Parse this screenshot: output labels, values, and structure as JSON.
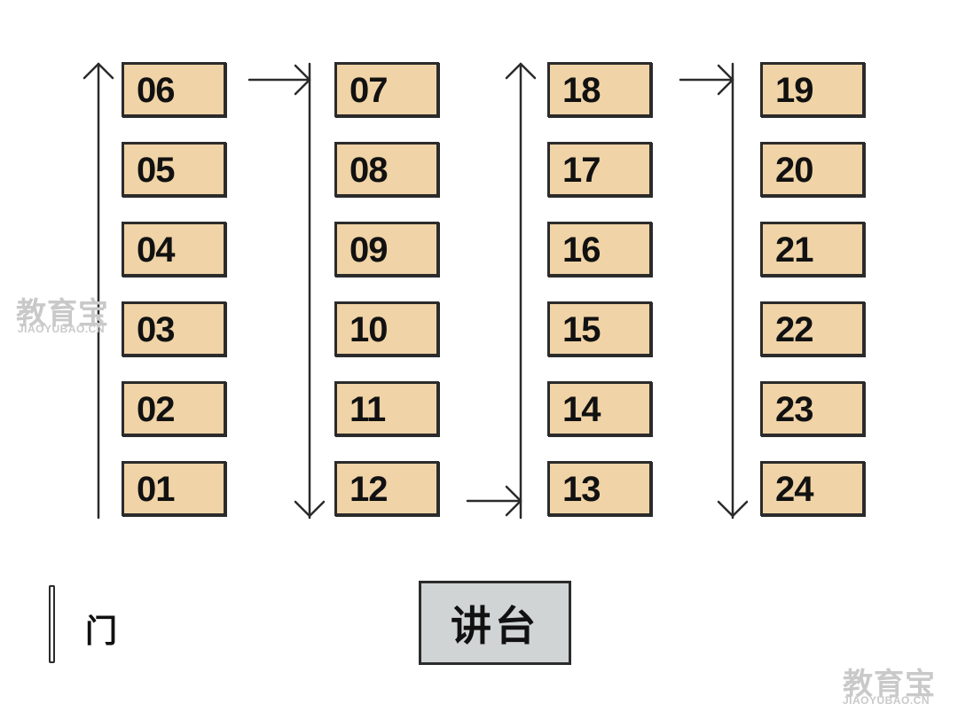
{
  "columns": [
    {
      "seats": [
        "06",
        "05",
        "04",
        "03",
        "02",
        "01"
      ],
      "flow": "up"
    },
    {
      "seats": [
        "07",
        "08",
        "09",
        "10",
        "11",
        "12"
      ],
      "flow": "down"
    },
    {
      "seats": [
        "18",
        "17",
        "16",
        "15",
        "14",
        "13"
      ],
      "flow": "up"
    },
    {
      "seats": [
        "19",
        "20",
        "21",
        "22",
        "23",
        "24"
      ],
      "flow": "down"
    }
  ],
  "connectors": [
    {
      "from": "06",
      "to": "07",
      "at": "top"
    },
    {
      "from": "12",
      "to": "13",
      "at": "bottom"
    },
    {
      "from": "18",
      "to": "19",
      "at": "top"
    }
  ],
  "door": {
    "label": "门"
  },
  "podium": {
    "label": "讲台"
  },
  "watermarks": [
    {
      "cn": "教育宝",
      "en": "JIAOYUBAO.CN"
    },
    {
      "cn": "教育宝",
      "en": "JIAOYUBAO.CN"
    }
  ],
  "colors": {
    "seat_fill": "#f0d3a6",
    "podium_fill": "#d0d4d5",
    "line": "#2b2b2b",
    "watermark": "#c9c9c9"
  }
}
